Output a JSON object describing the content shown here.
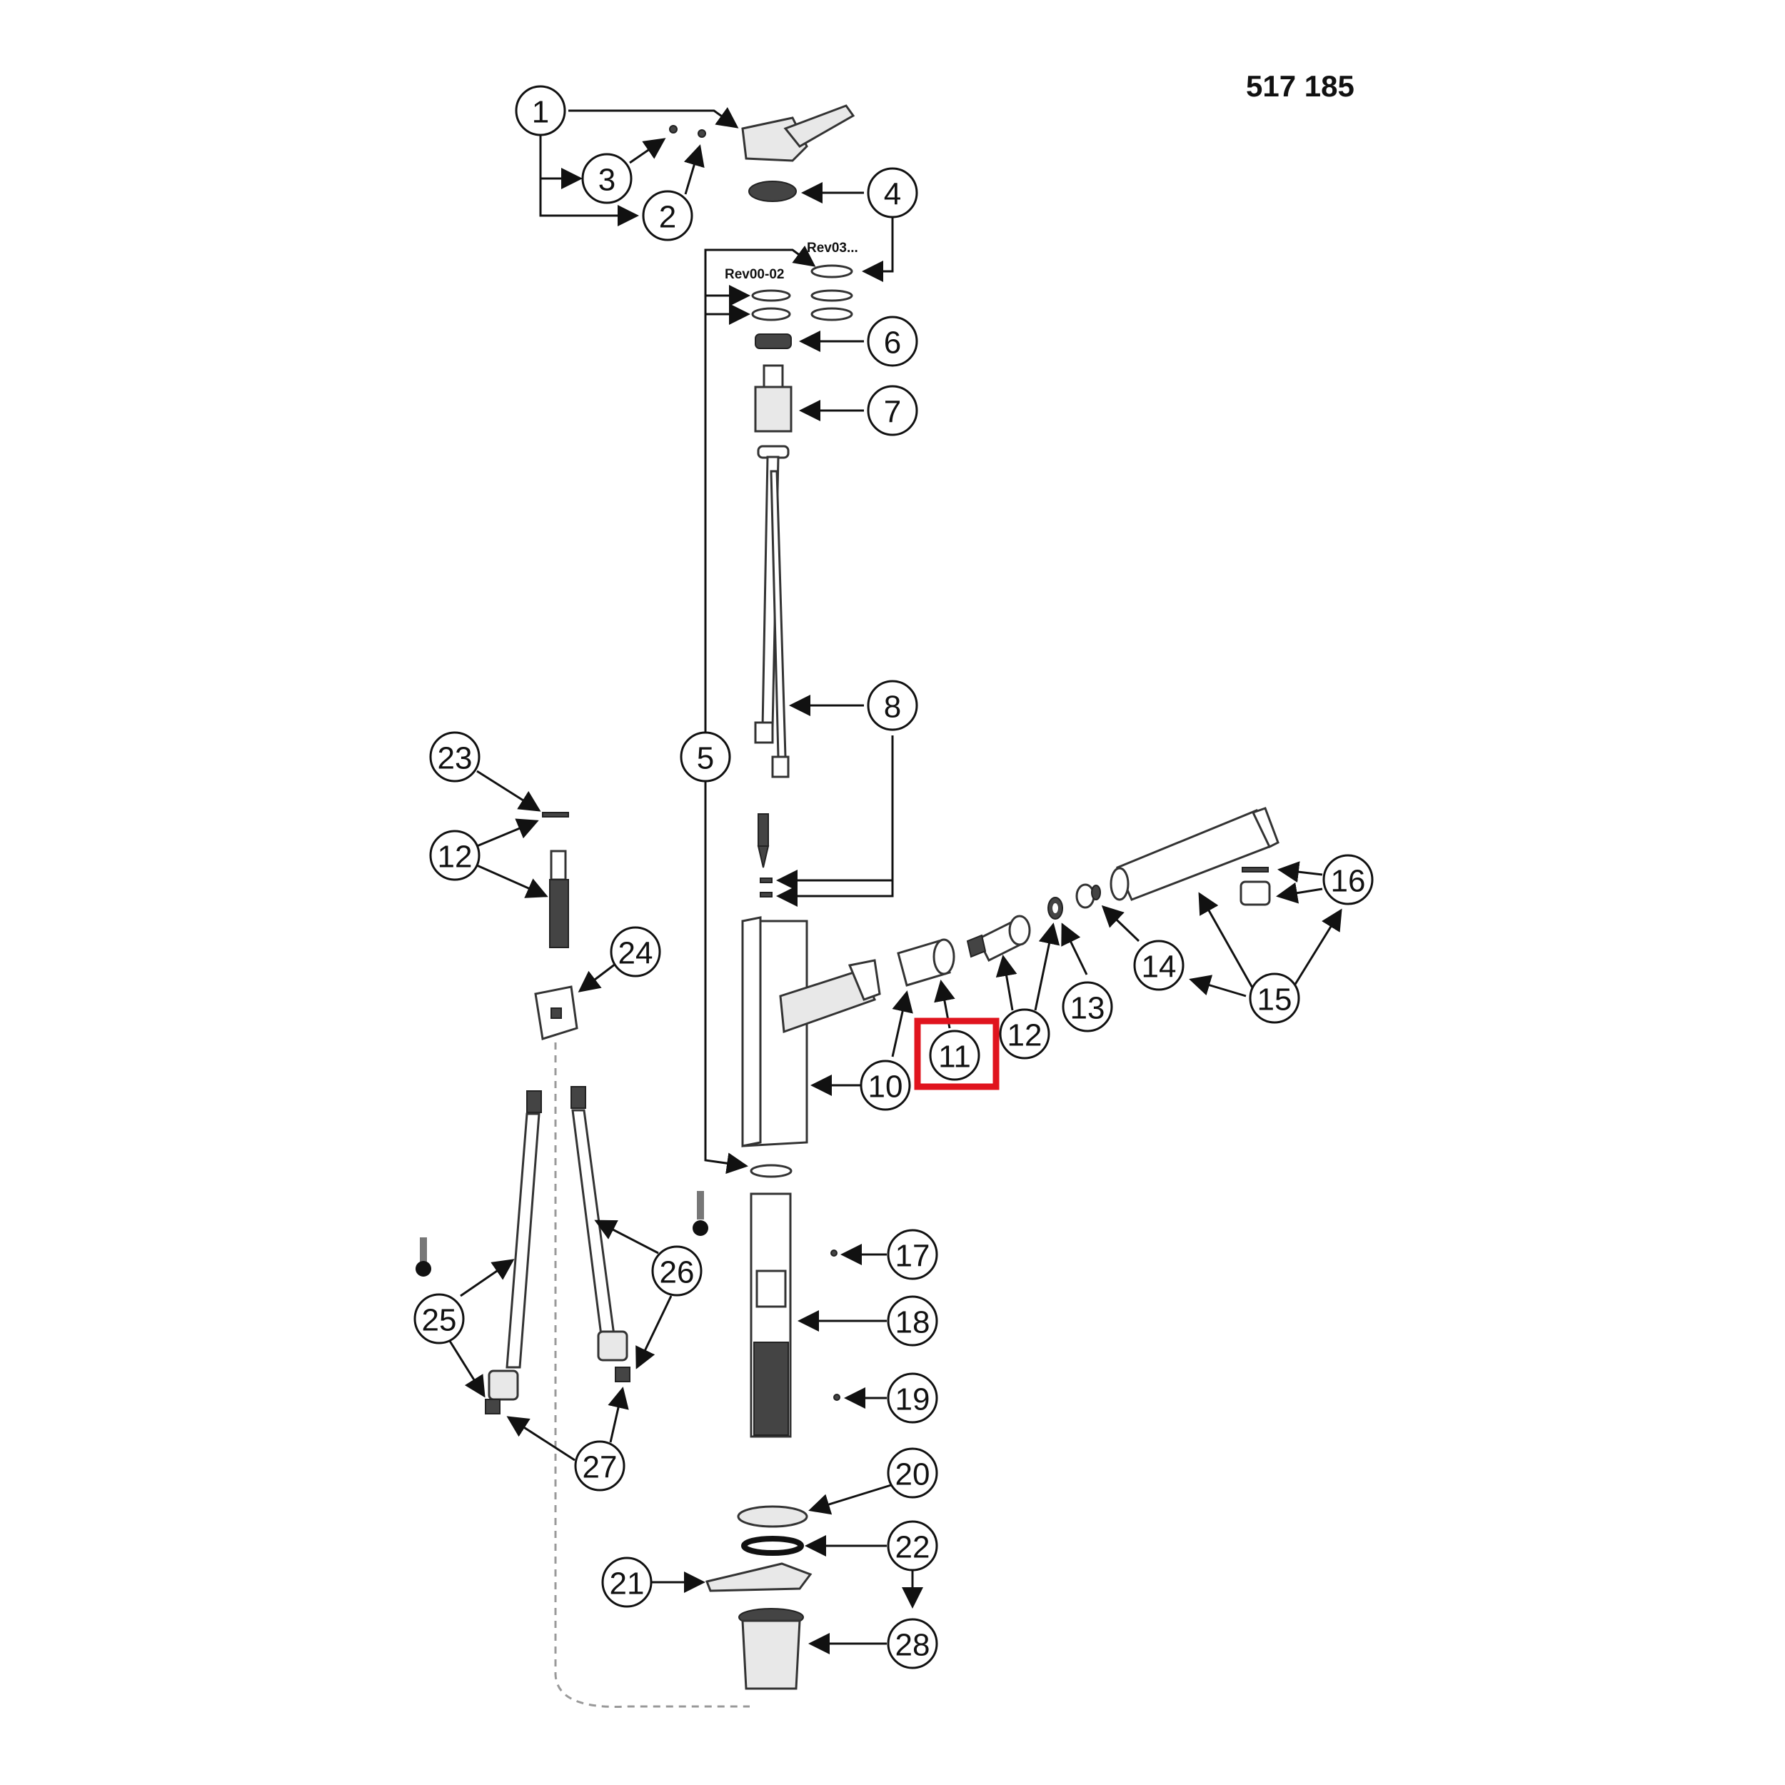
{
  "doc_number": "517 185",
  "rev_labels": {
    "rev_a": "Rev00-02",
    "rev_b": "Rev03..."
  },
  "highlight_color": "#e0141e",
  "highlighted_callout": "11",
  "callouts": {
    "c1": "1",
    "c2": "2",
    "c3": "3",
    "c4": "4",
    "c5": "5",
    "c6": "6",
    "c7": "7",
    "c8": "8",
    "c10": "10",
    "c11": "11",
    "c12a": "12",
    "c12b": "12",
    "c13": "13",
    "c14": "14",
    "c15": "15",
    "c16": "16",
    "c17": "17",
    "c18": "18",
    "c19": "19",
    "c20": "20",
    "c21": "21",
    "c22": "22",
    "c23": "23",
    "c24": "24",
    "c25": "25",
    "c26": "26",
    "c27": "27",
    "c28": "28"
  }
}
